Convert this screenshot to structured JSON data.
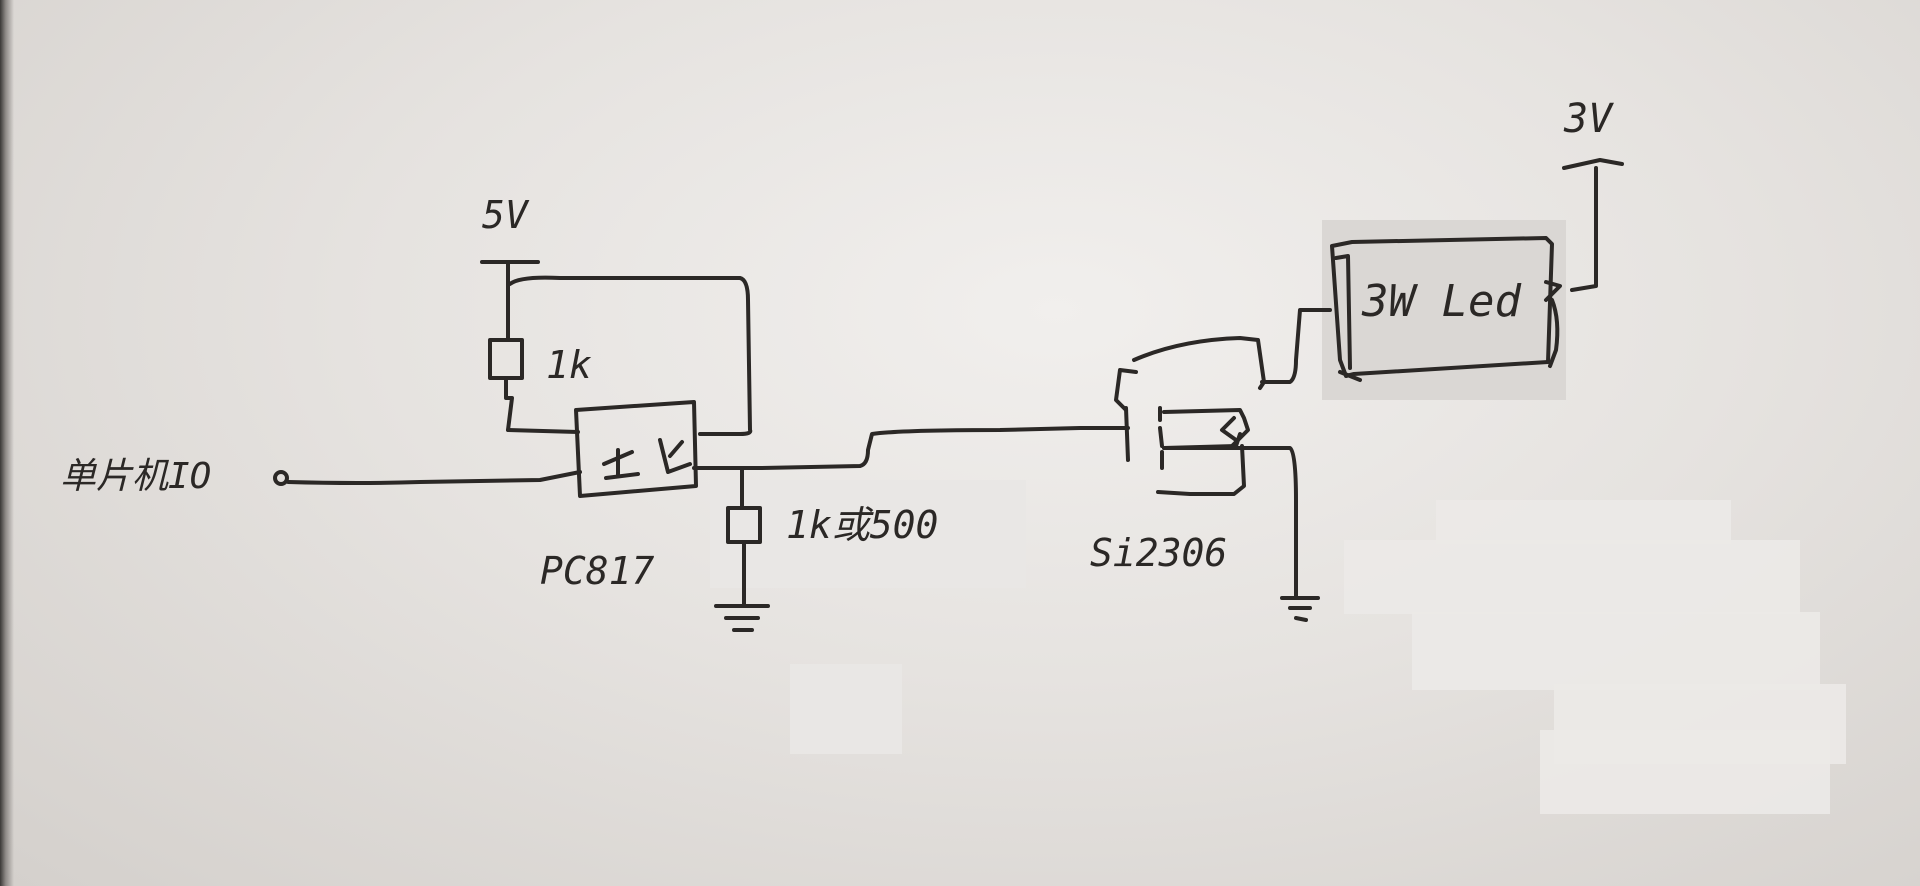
{
  "labels": {
    "v5": "5V",
    "v3": "3V",
    "r1": "1k",
    "r2": "1k或500",
    "input": "单片机IO",
    "optocoupler": "PC817",
    "mosfet": "Si2306",
    "led": "3W Led"
  },
  "colors": {
    "ink": "#2b2826",
    "paper": "#eceae7"
  }
}
